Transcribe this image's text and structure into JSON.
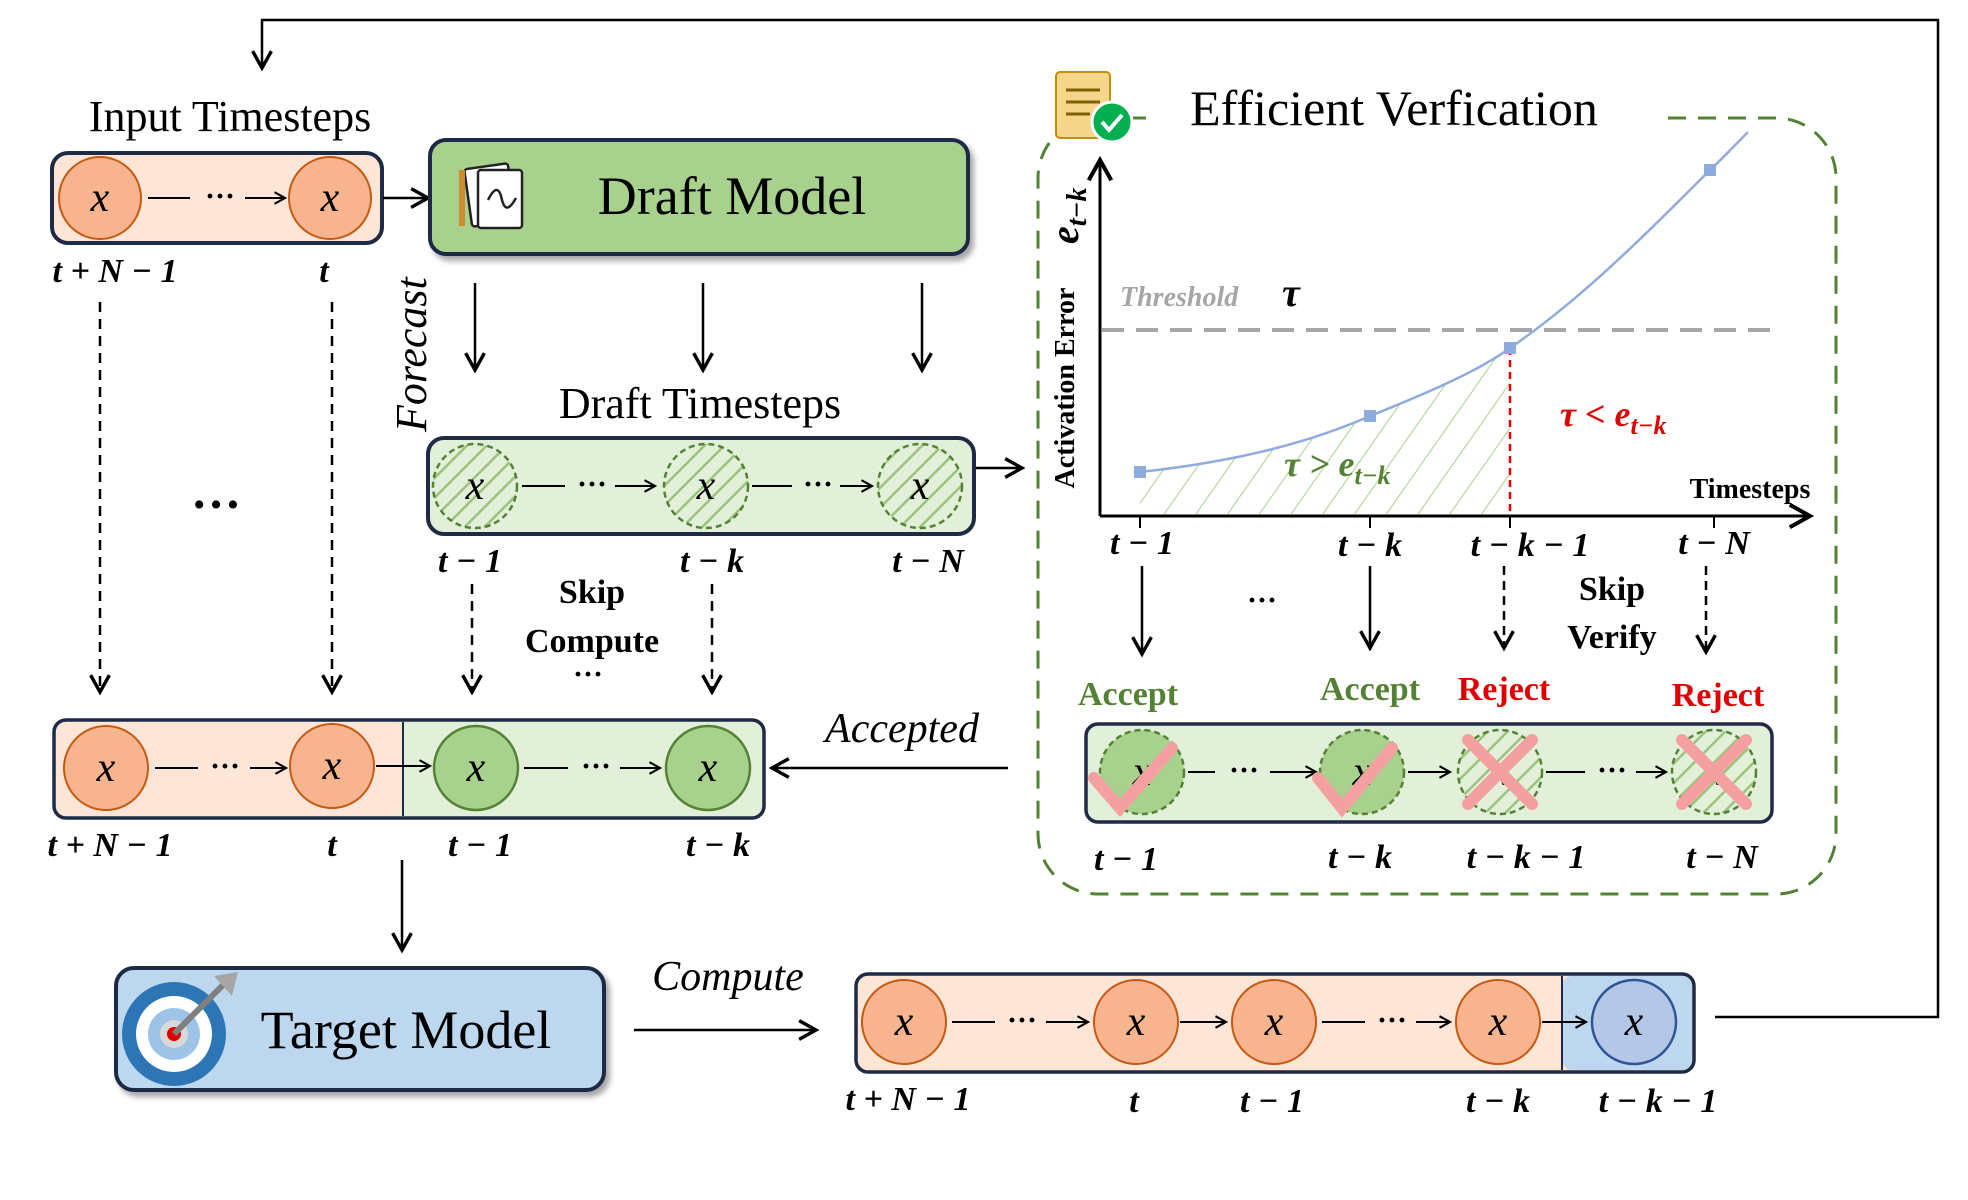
{
  "titles": {
    "input_timesteps": "Input Timesteps",
    "draft_model": "Draft Model",
    "draft_timesteps": "Draft Timesteps",
    "efficient_verification": "Efficient Verfication",
    "target_model": "Target Model"
  },
  "edge_labels": {
    "forecast": "Forecast",
    "skip_compute_1": "Skip",
    "skip_compute_2": "Compute",
    "accepted": "Accepted",
    "compute": "Compute",
    "skip_verify_1": "Skip",
    "skip_verify_2": "Verify"
  },
  "node_symbol": "x",
  "ellipsis": "···",
  "big_ellipsis": "…",
  "timestep_labels": {
    "t_plus_n_minus_1": "t + N − 1",
    "t": "t",
    "t_minus_1": "t − 1",
    "t_minus_k": "t − k",
    "t_minus_n": "t − N",
    "t_minus_k_minus_1": "t − k − 1"
  },
  "verification_chart": {
    "y_axis_label": "Activation Error",
    "y_axis_symbol_main": "e",
    "y_axis_symbol_sub": "t−k",
    "x_axis_label": "Timesteps",
    "threshold_label": "Threshold",
    "threshold_symbol": "τ",
    "below_expr_main": "τ > e",
    "below_expr_sub": "t−k",
    "above_expr_main": "τ <  e",
    "above_expr_sub": "t−k"
  },
  "decisions": {
    "accept": "Accept",
    "reject": "Reject"
  },
  "colors": {
    "orange_fill": "#f7b48f",
    "orange_bg": "#fde5d8",
    "green_fill": "#a9d18e",
    "green_bg": "#e2f0d9",
    "green_dark": "#548235",
    "blue_fill": "#b4c7e7",
    "blue_bg": "#bdd7ee",
    "navy_border": "#1f2a44",
    "accept_green": "#548235",
    "reject_red": "#e00000",
    "curve_blue": "#8faadc",
    "threshold_gray": "#a6a6a6"
  }
}
